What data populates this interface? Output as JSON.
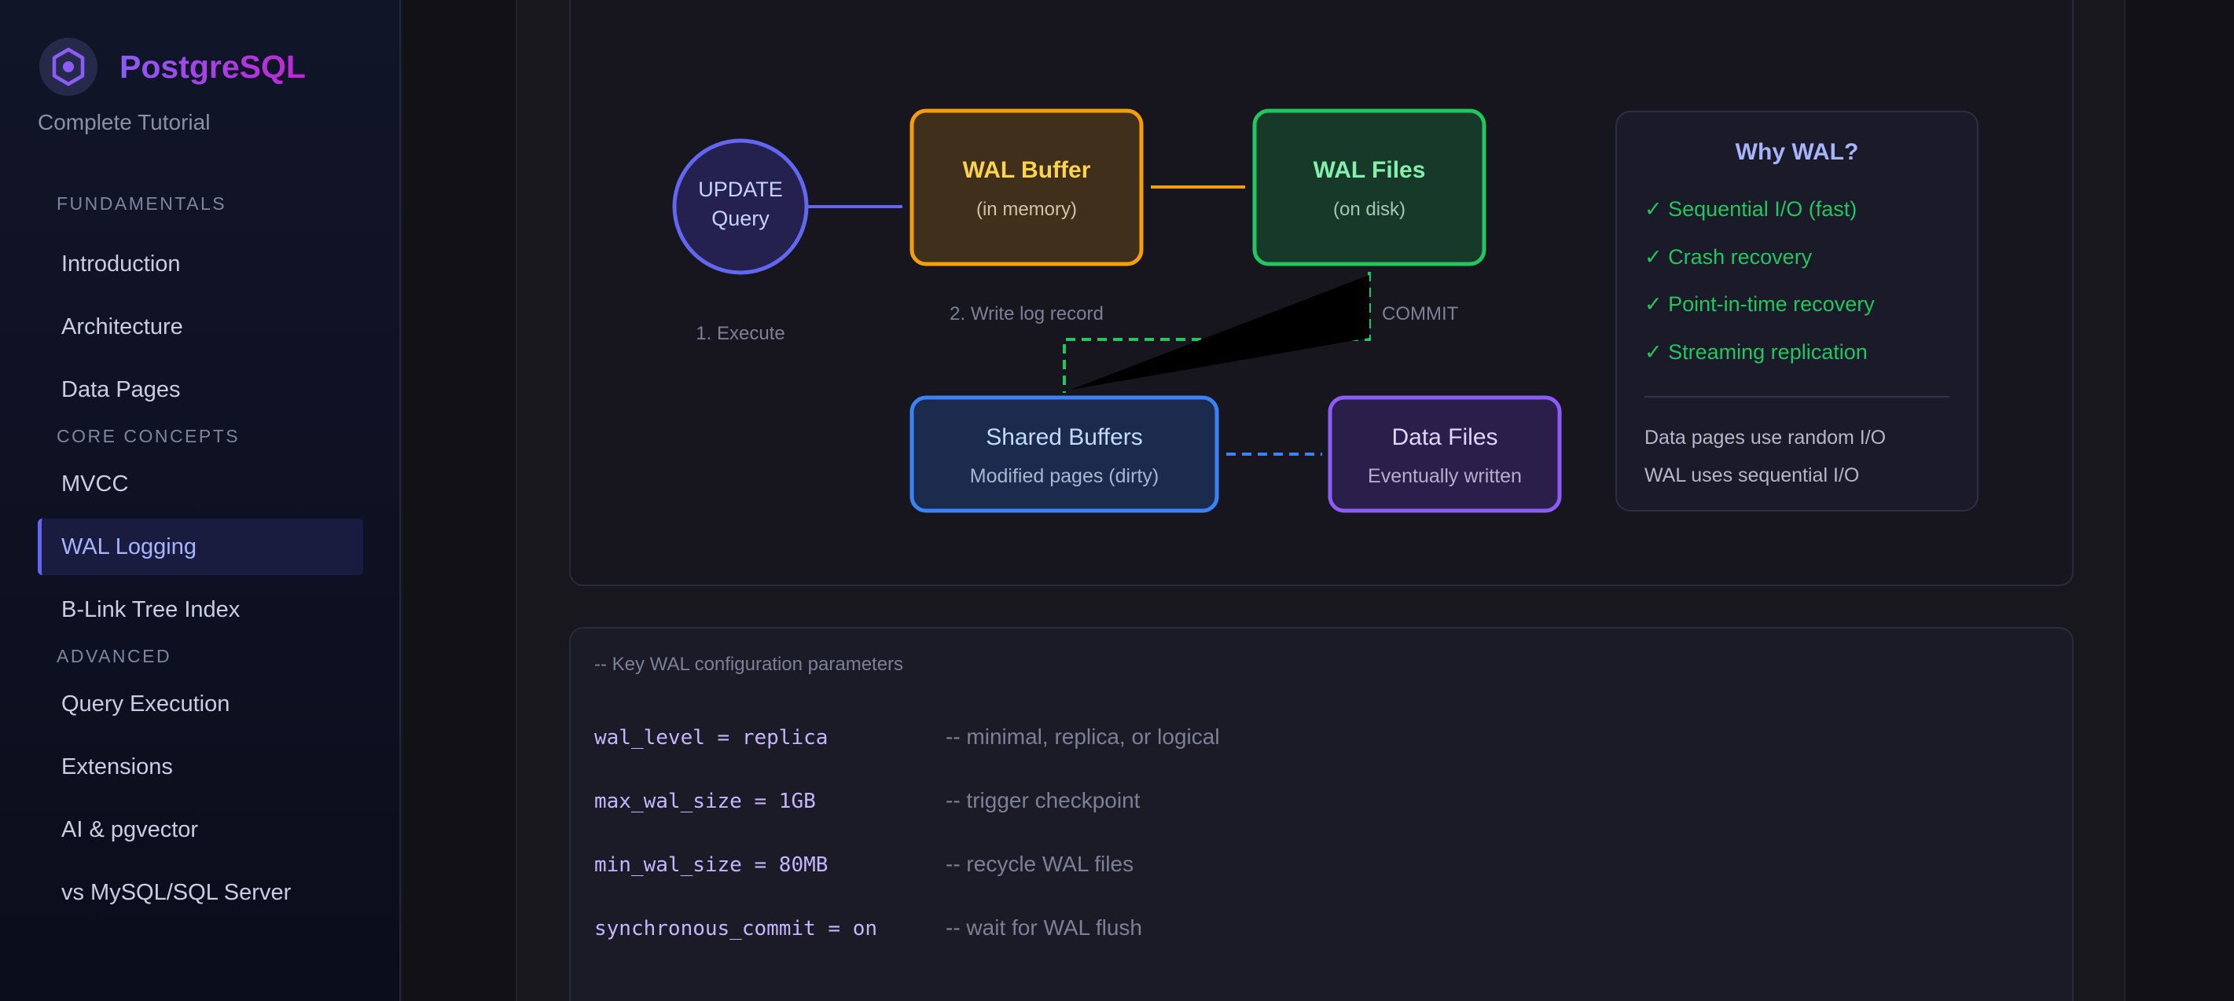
{
  "colors": {
    "accent": "#6366f1",
    "brand_from": "#8b5cf6",
    "brand_to": "#c026d3",
    "wal_buffer": "#f59e0b",
    "wal_files": "#22c55e",
    "shared_buffers": "#3b82f6",
    "data_files": "#8b5cf6",
    "check_green": "#22c55e"
  },
  "sidebar": {
    "brand": "PostgreSQL",
    "subtitle": "Complete Tutorial",
    "logo_icon": "hexagon-logo-icon",
    "sections": [
      {
        "title": "FUNDAMENTALS",
        "items": [
          "Introduction",
          "Architecture",
          "Data Pages"
        ]
      },
      {
        "title": "CORE CONCEPTS",
        "items": [
          "MVCC",
          "WAL Logging",
          "B-Link Tree Index"
        ]
      },
      {
        "title": "ADVANCED",
        "items": [
          "Query Execution",
          "Extensions",
          "AI & pgvector",
          "vs MySQL/SQL Server"
        ]
      }
    ],
    "active_item": "WAL Logging"
  },
  "diagram": {
    "update_node": {
      "line1": "UPDATE",
      "line2": "Query",
      "step": "1. Execute"
    },
    "wal_buffer": {
      "title": "WAL Buffer",
      "sub": "(in memory)",
      "step": "2. Write log record"
    },
    "wal_files": {
      "title": "WAL Files",
      "sub": "(on disk)",
      "step": "COMMIT"
    },
    "shared_buffers": {
      "title": "Shared Buffers",
      "sub": "Modified pages (dirty)"
    },
    "data_files": {
      "title": "Data Files",
      "sub": "Eventually written"
    },
    "why": {
      "title": "Why WAL?",
      "benefits": [
        "✓ Sequential I/O (fast)",
        "✓ Crash recovery",
        "✓ Point-in-time recovery",
        "✓ Streaming replication"
      ],
      "notes": [
        "Data pages use random I/O",
        "WAL uses sequential I/O"
      ]
    }
  },
  "code": {
    "heading": "-- Key WAL configuration parameters",
    "rows": [
      {
        "key": "wal_level = replica",
        "note": "-- minimal, replica, or logical"
      },
      {
        "key": "max_wal_size = 1GB",
        "note": "-- trigger checkpoint"
      },
      {
        "key": "min_wal_size = 80MB",
        "note": "-- recycle WAL files"
      },
      {
        "key": "synchronous_commit = on",
        "note": "-- wait for WAL flush"
      }
    ]
  }
}
